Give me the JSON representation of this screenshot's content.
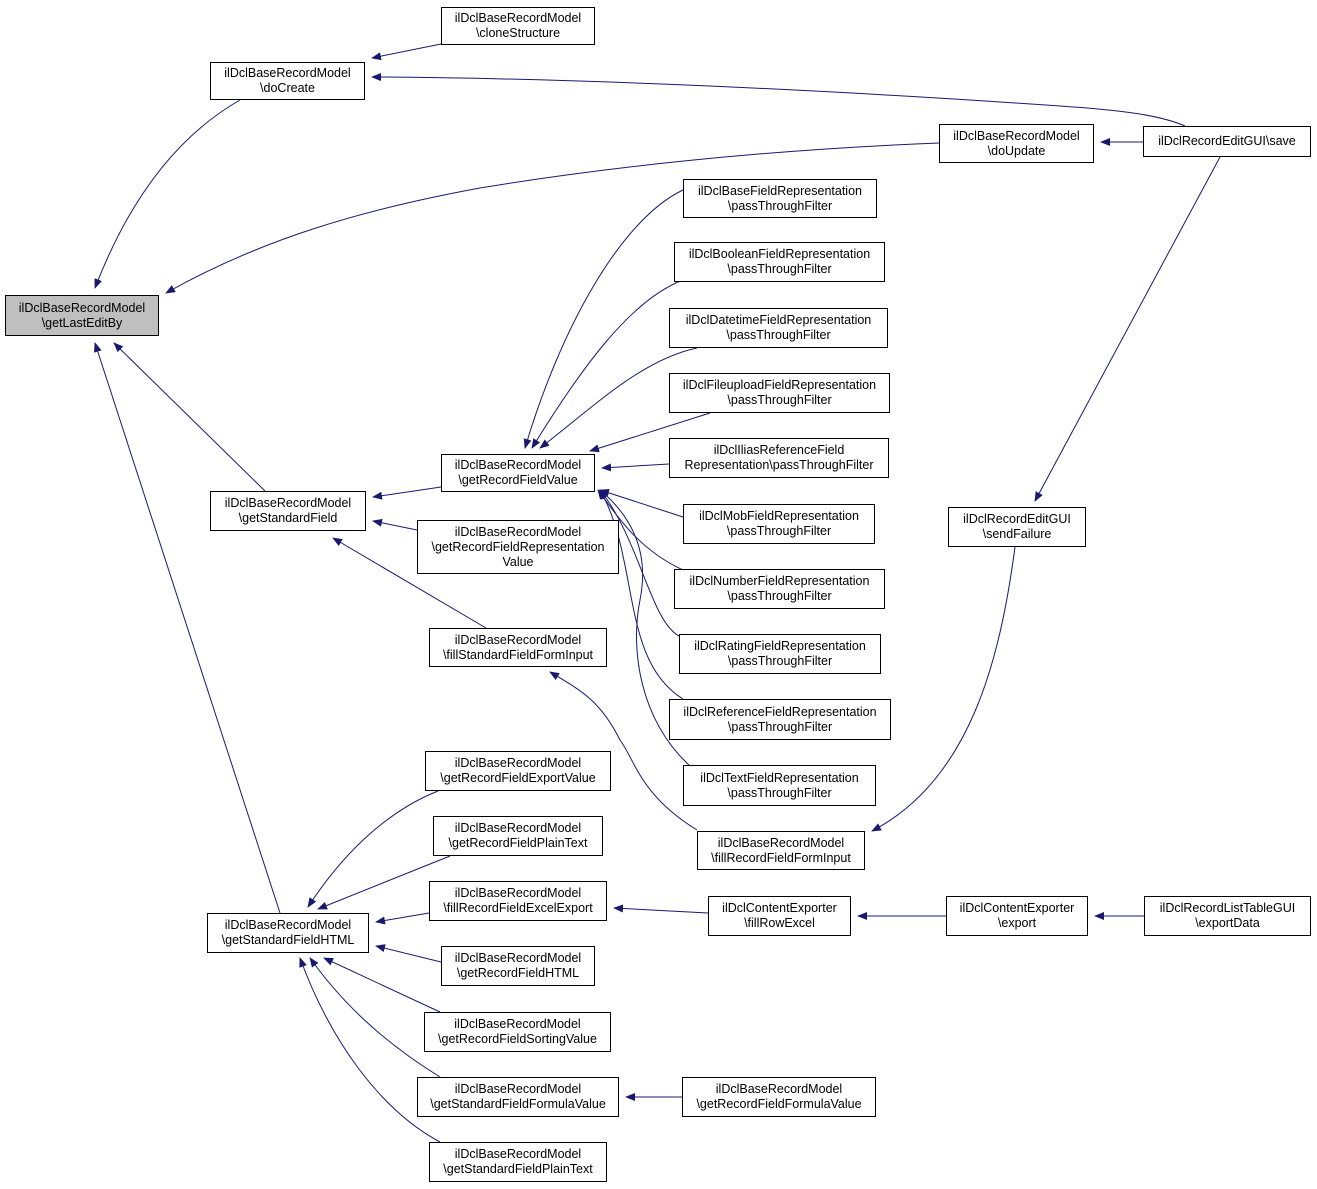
{
  "diagram": {
    "type": "call-graph",
    "edge_color": "#191970",
    "focus_fill": "#bfbfbf",
    "nodes": {
      "n0": {
        "lines": [
          "ilDclBaseRecordModel",
          "\\getLastEditBy"
        ],
        "focus": true
      },
      "n1": {
        "lines": [
          "ilDclBaseRecordModel",
          "\\doCreate"
        ]
      },
      "n2": {
        "lines": [
          "ilDclBaseRecordModel",
          "\\cloneStructure"
        ]
      },
      "n3": {
        "lines": [
          "ilDclRecordEditGUI\\save"
        ]
      },
      "n4": {
        "lines": [
          "ilDclBaseRecordModel",
          "\\doUpdate"
        ]
      },
      "n5": {
        "lines": [
          "ilDclBaseRecordModel",
          "\\getStandardField"
        ]
      },
      "n6": {
        "lines": [
          "ilDclBaseRecordModel",
          "\\getRecordFieldValue"
        ]
      },
      "n7": {
        "lines": [
          "ilDclBaseFieldRepresentation",
          "\\passThroughFilter"
        ]
      },
      "n8": {
        "lines": [
          "ilDclBooleanFieldRepresentation",
          "\\passThroughFilter"
        ]
      },
      "n9": {
        "lines": [
          "ilDclDatetimeFieldRepresentation",
          "\\passThroughFilter"
        ]
      },
      "n10": {
        "lines": [
          "ilDclFileuploadFieldRepresentation",
          "\\passThroughFilter"
        ]
      },
      "n11": {
        "lines": [
          "ilDclIliasReferenceField",
          "Representation\\passThroughFilter"
        ]
      },
      "n12": {
        "lines": [
          "ilDclMobFieldRepresentation",
          "\\passThroughFilter"
        ]
      },
      "n13": {
        "lines": [
          "ilDclNumberFieldRepresentation",
          "\\passThroughFilter"
        ]
      },
      "n14": {
        "lines": [
          "ilDclRatingFieldRepresentation",
          "\\passThroughFilter"
        ]
      },
      "n15": {
        "lines": [
          "ilDclReferenceFieldRepresentation",
          "\\passThroughFilter"
        ]
      },
      "n16": {
        "lines": [
          "ilDclTextFieldRepresentation",
          "\\passThroughFilter"
        ]
      },
      "n17": {
        "lines": [
          "ilDclBaseRecordModel",
          "\\getRecordFieldRepresentation",
          "Value"
        ]
      },
      "n18": {
        "lines": [
          "ilDclBaseRecordModel",
          "\\fillStandardFieldFormInput"
        ]
      },
      "n19": {
        "lines": [
          "ilDclBaseRecordModel",
          "\\fillRecordFieldFormInput"
        ]
      },
      "n20": {
        "lines": [
          "ilDclRecordEditGUI",
          "\\sendFailure"
        ]
      },
      "n21": {
        "lines": [
          "ilDclBaseRecordModel",
          "\\getStandardFieldHTML"
        ]
      },
      "n22": {
        "lines": [
          "ilDclBaseRecordModel",
          "\\getRecordFieldExportValue"
        ]
      },
      "n23": {
        "lines": [
          "ilDclBaseRecordModel",
          "\\getRecordFieldPlainText"
        ]
      },
      "n24": {
        "lines": [
          "ilDclBaseRecordModel",
          "\\fillRecordFieldExcelExport"
        ]
      },
      "n25": {
        "lines": [
          "ilDclContentExporter",
          "\\fillRowExcel"
        ]
      },
      "n26": {
        "lines": [
          "ilDclContentExporter",
          "\\export"
        ]
      },
      "n27": {
        "lines": [
          "ilDclRecordListTableGUI",
          "\\exportData"
        ]
      },
      "n28": {
        "lines": [
          "ilDclBaseRecordModel",
          "\\getRecordFieldHTML"
        ]
      },
      "n29": {
        "lines": [
          "ilDclBaseRecordModel",
          "\\getRecordFieldSortingValue"
        ]
      },
      "n30": {
        "lines": [
          "ilDclBaseRecordModel",
          "\\getStandardFieldFormulaValue"
        ]
      },
      "n31": {
        "lines": [
          "ilDclBaseRecordModel",
          "\\getRecordFieldFormulaValue"
        ]
      },
      "n32": {
        "lines": [
          "ilDclBaseRecordModel",
          "\\getStandardFieldPlainText"
        ]
      }
    },
    "edges": [
      {
        "from": "n1",
        "to": "n0"
      },
      {
        "from": "n2",
        "to": "n1"
      },
      {
        "from": "n3",
        "to": "n1"
      },
      {
        "from": "n4",
        "to": "n0"
      },
      {
        "from": "n3",
        "to": "n4"
      },
      {
        "from": "n5",
        "to": "n0"
      },
      {
        "from": "n6",
        "to": "n5"
      },
      {
        "from": "n7",
        "to": "n6"
      },
      {
        "from": "n8",
        "to": "n6"
      },
      {
        "from": "n9",
        "to": "n6"
      },
      {
        "from": "n10",
        "to": "n6"
      },
      {
        "from": "n11",
        "to": "n6"
      },
      {
        "from": "n12",
        "to": "n6"
      },
      {
        "from": "n13",
        "to": "n6"
      },
      {
        "from": "n14",
        "to": "n6"
      },
      {
        "from": "n15",
        "to": "n6"
      },
      {
        "from": "n16",
        "to": "n6"
      },
      {
        "from": "n17",
        "to": "n5"
      },
      {
        "from": "n18",
        "to": "n5"
      },
      {
        "from": "n19",
        "to": "n18"
      },
      {
        "from": "n20",
        "to": "n19"
      },
      {
        "from": "n3",
        "to": "n20"
      },
      {
        "from": "n21",
        "to": "n0"
      },
      {
        "from": "n22",
        "to": "n21"
      },
      {
        "from": "n23",
        "to": "n21"
      },
      {
        "from": "n24",
        "to": "n21"
      },
      {
        "from": "n25",
        "to": "n24"
      },
      {
        "from": "n26",
        "to": "n25"
      },
      {
        "from": "n27",
        "to": "n26"
      },
      {
        "from": "n28",
        "to": "n21"
      },
      {
        "from": "n29",
        "to": "n21"
      },
      {
        "from": "n30",
        "to": "n21"
      },
      {
        "from": "n31",
        "to": "n30"
      },
      {
        "from": "n32",
        "to": "n21"
      }
    ]
  }
}
